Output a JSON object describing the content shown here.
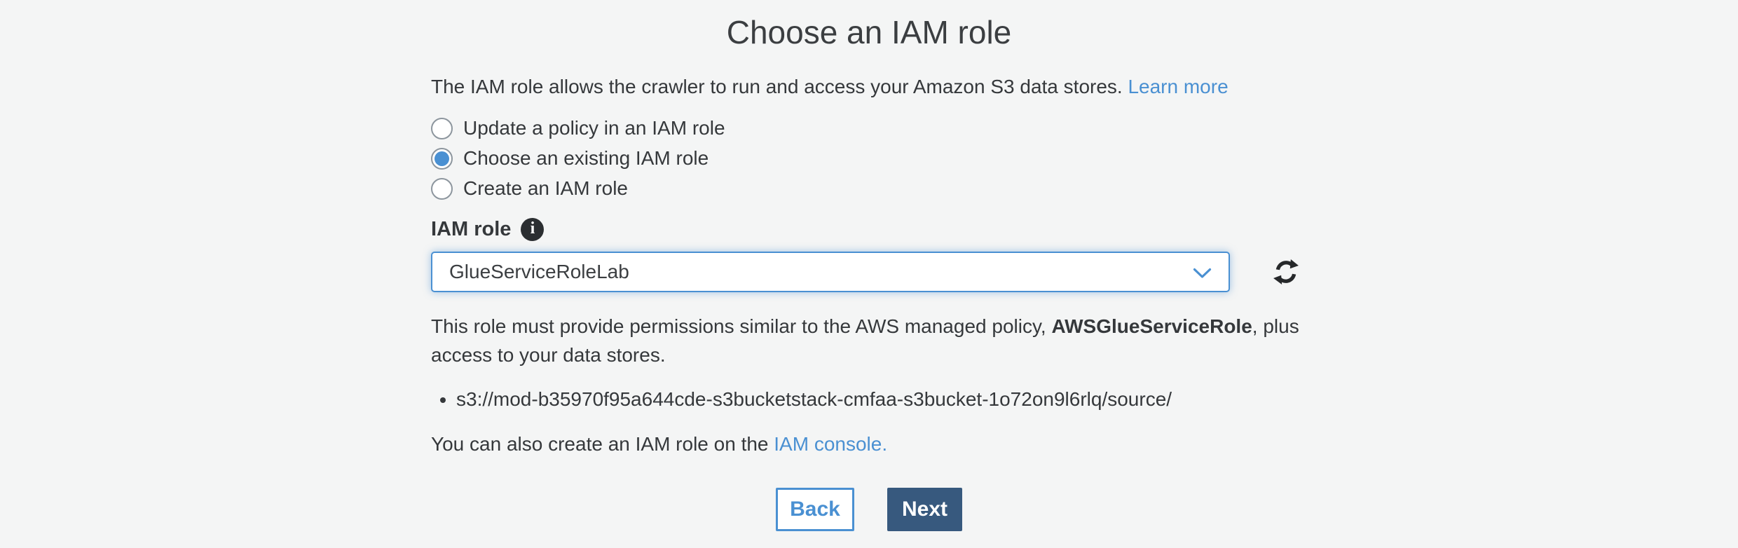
{
  "page": {
    "title": "Choose an IAM role",
    "intro": {
      "text": "The IAM role allows the crawler to run and access your Amazon S3 data stores. ",
      "link": "Learn more"
    },
    "radio_options": [
      {
        "label": "Update a policy in an IAM role",
        "selected": false
      },
      {
        "label": "Choose an existing IAM role",
        "selected": true
      },
      {
        "label": "Create an IAM role",
        "selected": false
      }
    ],
    "iam_role_field": {
      "label": "IAM role",
      "selected_value": "GlueServiceRoleLab"
    },
    "permissions_note": {
      "prefix": "This role must provide permissions similar to the AWS managed policy, ",
      "policy_name": "AWSGlueServiceRole",
      "suffix": ", plus access to your data stores."
    },
    "data_stores": [
      "s3://mod-b35970f95a644cde-s3bucketstack-cmfaa-s3bucket-1o72on9l6rlq/source/"
    ],
    "console_note": {
      "text": "You can also create an IAM role on the ",
      "link": "IAM console."
    },
    "buttons": {
      "back": "Back",
      "next": "Next"
    }
  },
  "icons": {
    "info_glyph": "i",
    "info": "info-icon",
    "dropdown": "chevron-down-icon",
    "refresh": "refresh-icon"
  },
  "colors": {
    "accent_blue": "#4a90d2",
    "next_button_bg": "#37597e",
    "text_color": "#35383b",
    "page_background": "#f4f5f5",
    "info_icon_bg": "#2b2e31",
    "radio_border": "#8d969e",
    "icon_dark": "#26282a"
  }
}
